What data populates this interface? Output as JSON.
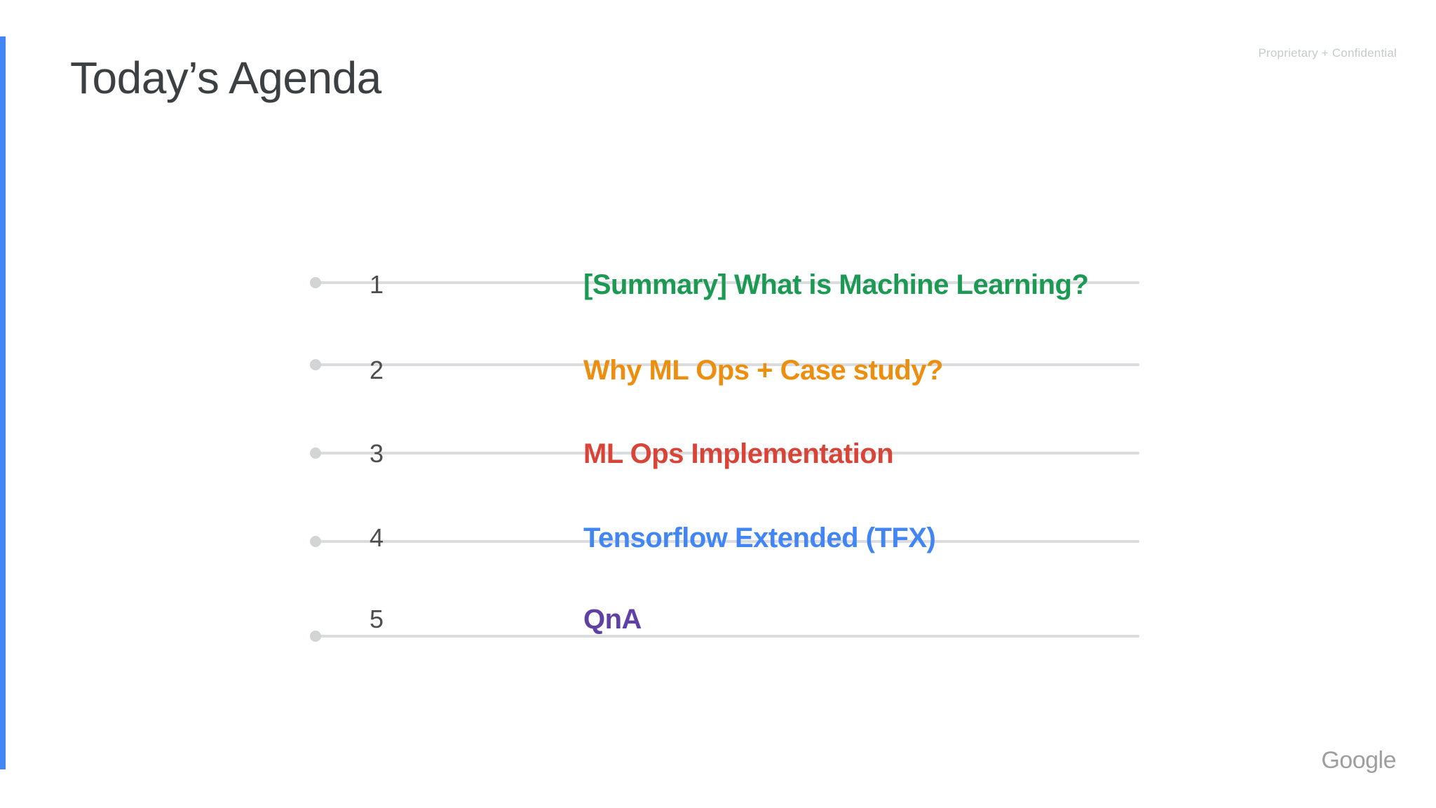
{
  "slide": {
    "title": "Today’s Agenda",
    "classification": "Proprietary + Confidential",
    "footer_logo": "Google",
    "accent_bar_color": "#4285F4",
    "background_color": "#FFFFFF",
    "title_color": "#3C4043"
  },
  "agenda": {
    "line_color": "#DADCE0",
    "dot_color": "#D2D4D6",
    "number_color": "#4D4D4D",
    "items": [
      {
        "number": "1",
        "label": "[Summary] What is Machine Learning?",
        "color": "#1C9A54",
        "struck_through": true
      },
      {
        "number": "2",
        "label": "Why ML Ops + Case study?",
        "color": "#EC8E0F",
        "struck_through": true
      },
      {
        "number": "3",
        "label": "ML Ops Implementation",
        "color": "#D84437",
        "struck_through": true
      },
      {
        "number": "4",
        "label": "Tensorflow Extended (TFX)",
        "color": "#4285F4",
        "struck_through": true
      },
      {
        "number": "5",
        "label": "QnA",
        "color": "#5F41A5",
        "struck_through": false
      }
    ]
  }
}
